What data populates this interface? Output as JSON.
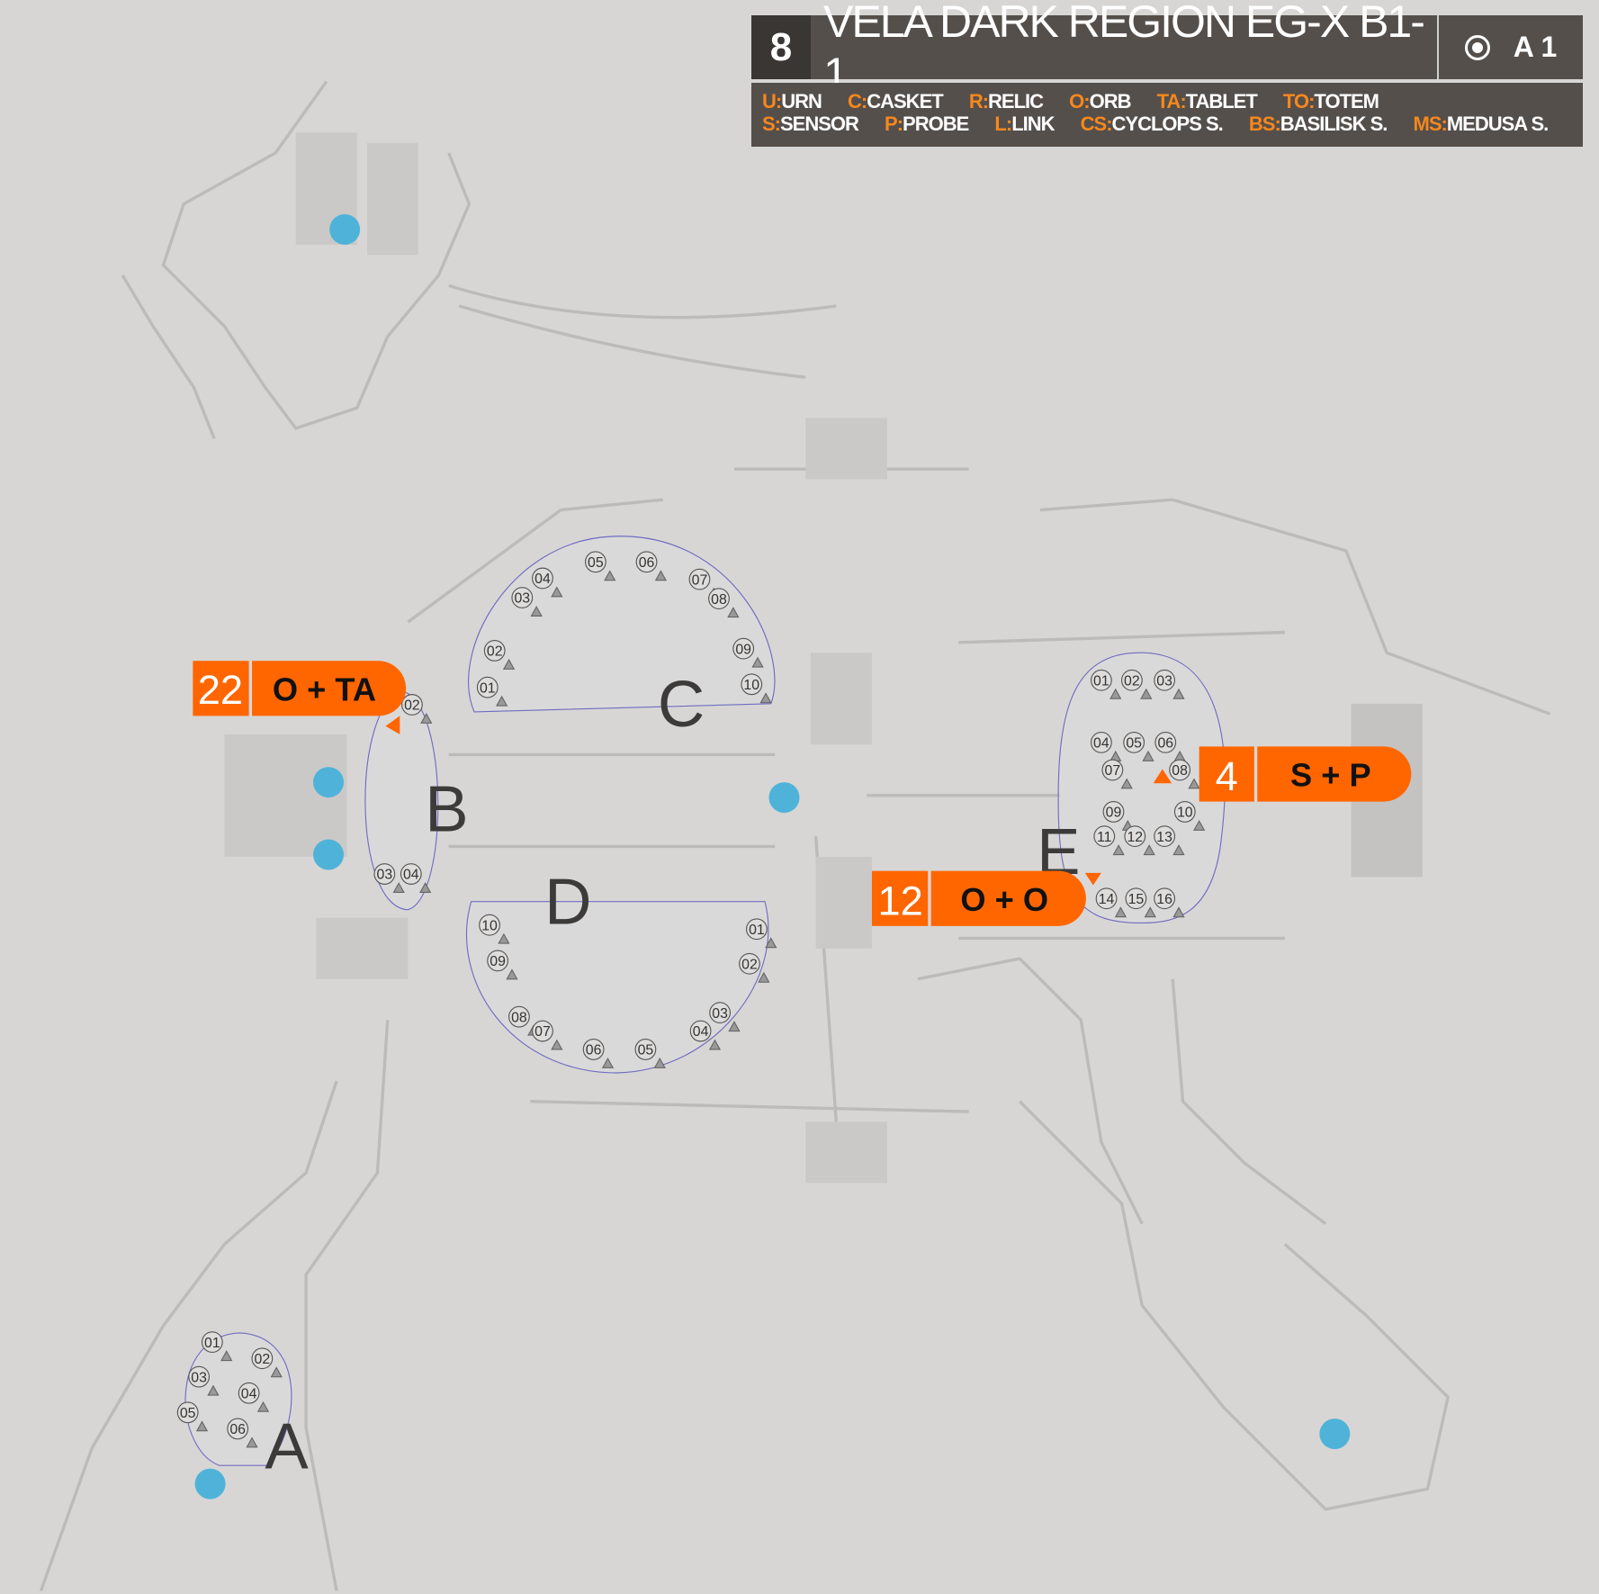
{
  "header": {
    "map_number": "8",
    "title": "VELA DARK REGION EG-X B1-1",
    "act_icon": "target-icon",
    "act_label": "A 1"
  },
  "legend": {
    "rows": [
      [
        {
          "key": "U:",
          "value": "URN"
        },
        {
          "key": "C:",
          "value": "CASKET"
        },
        {
          "key": "R:",
          "value": "RELIC"
        },
        {
          "key": "O:",
          "value": "ORB"
        },
        {
          "key": "TA:",
          "value": "TABLET"
        },
        {
          "key": "TO:",
          "value": "TOTEM"
        }
      ],
      [
        {
          "key": "S:",
          "value": "SENSOR"
        },
        {
          "key": "P:",
          "value": "PROBE"
        },
        {
          "key": "L:",
          "value": "LINK"
        },
        {
          "key": "CS:",
          "value": "CYCLOPS S."
        },
        {
          "key": "BS:",
          "value": "BASILISK S."
        },
        {
          "key": "MS:",
          "value": "MEDUSA S."
        }
      ]
    ]
  },
  "zones": [
    {
      "letter": "A",
      "markers": [
        "01",
        "02",
        "03",
        "04",
        "05",
        "06"
      ]
    },
    {
      "letter": "B",
      "markers": [
        "02",
        "03",
        "04"
      ]
    },
    {
      "letter": "C",
      "markers": [
        "01",
        "02",
        "03",
        "04",
        "05",
        "06",
        "07",
        "08",
        "09",
        "10"
      ]
    },
    {
      "letter": "D",
      "markers": [
        "10",
        "09",
        "08",
        "07",
        "06",
        "05",
        "04",
        "03",
        "02",
        "01"
      ]
    },
    {
      "letter": "E",
      "markers": [
        "01",
        "02",
        "03",
        "04",
        "05",
        "06",
        "07",
        "08",
        "09",
        "10",
        "11",
        "12",
        "13",
        "14",
        "15",
        "16"
      ]
    }
  ],
  "callouts": [
    {
      "count": "22",
      "items": "O + TA"
    },
    {
      "count": "4",
      "items": "S + P"
    },
    {
      "count": "12",
      "items": "O + O"
    }
  ],
  "colors": {
    "accent": "#ff6600",
    "legend_key": "#f7871d",
    "header_bg": "#554f4b",
    "waypoint": "#4fb3d9",
    "zone_outline": "#6f6cc0"
  }
}
